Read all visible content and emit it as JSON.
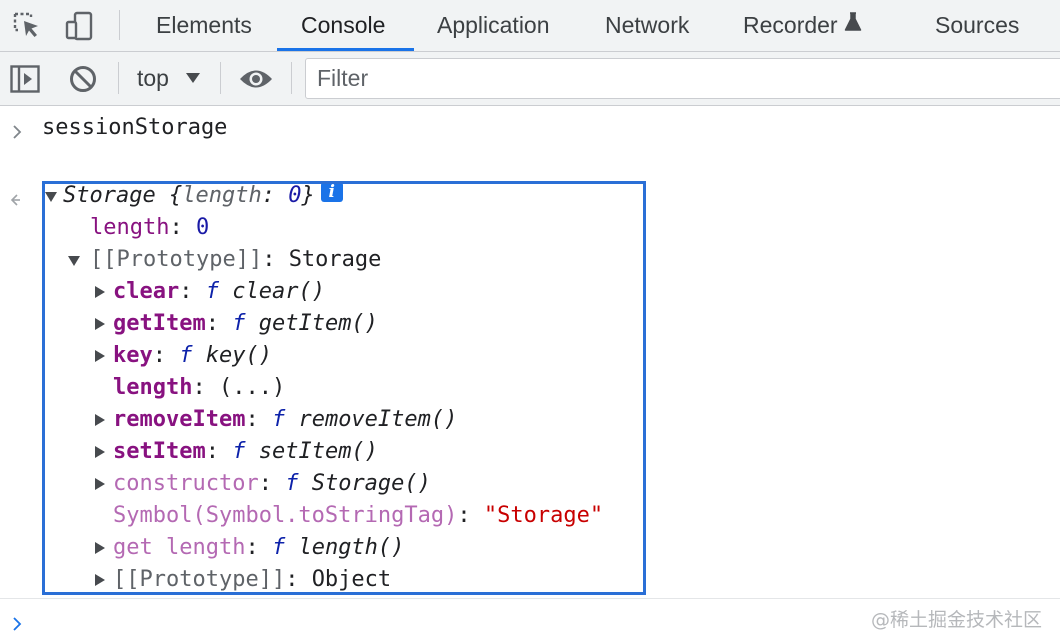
{
  "tabs": [
    {
      "label": "Elements"
    },
    {
      "label": "Console"
    },
    {
      "label": "Application"
    },
    {
      "label": "Network"
    },
    {
      "label": "Recorder"
    },
    {
      "label": "Sources"
    }
  ],
  "toolbar": {
    "context": "top",
    "filter_placeholder": "Filter"
  },
  "console": {
    "input_expression": "sessionStorage",
    "result": {
      "head_name": "Storage",
      "head_open": " {",
      "head_key": "length",
      "head_sep": ": ",
      "head_value": "0",
      "head_close": "}",
      "info": "i",
      "length_key": "length",
      "length_value": "0",
      "proto_key": "[[Prototype]]",
      "proto_value": "Storage",
      "members": [
        {
          "key": "clear",
          "fn": "f",
          "sig": "clear()"
        },
        {
          "key": "getItem",
          "fn": "f",
          "sig": "getItem()"
        },
        {
          "key": "key",
          "fn": "f",
          "sig": "key()"
        },
        {
          "key": "length",
          "value": "(...)"
        },
        {
          "key": "removeItem",
          "fn": "f",
          "sig": "removeItem()"
        },
        {
          "key": "setItem",
          "fn": "f",
          "sig": "setItem()"
        },
        {
          "key": "constructor",
          "fn": "f",
          "sig": "Storage()"
        },
        {
          "key": "Symbol(Symbol.toStringTag)",
          "value": "\"Storage\""
        },
        {
          "key": "get length",
          "fn": "f",
          "sig": "length()"
        },
        {
          "key": "[[Prototype]]",
          "value": "Object"
        }
      ]
    }
  },
  "watermark": "@稀土掘金技术社区",
  "colors": {
    "accent": "#1a73e8",
    "highlight_border": "#2a6fd6",
    "property_key": "#881280",
    "number": "#1a1aa6",
    "string": "#c80000"
  }
}
